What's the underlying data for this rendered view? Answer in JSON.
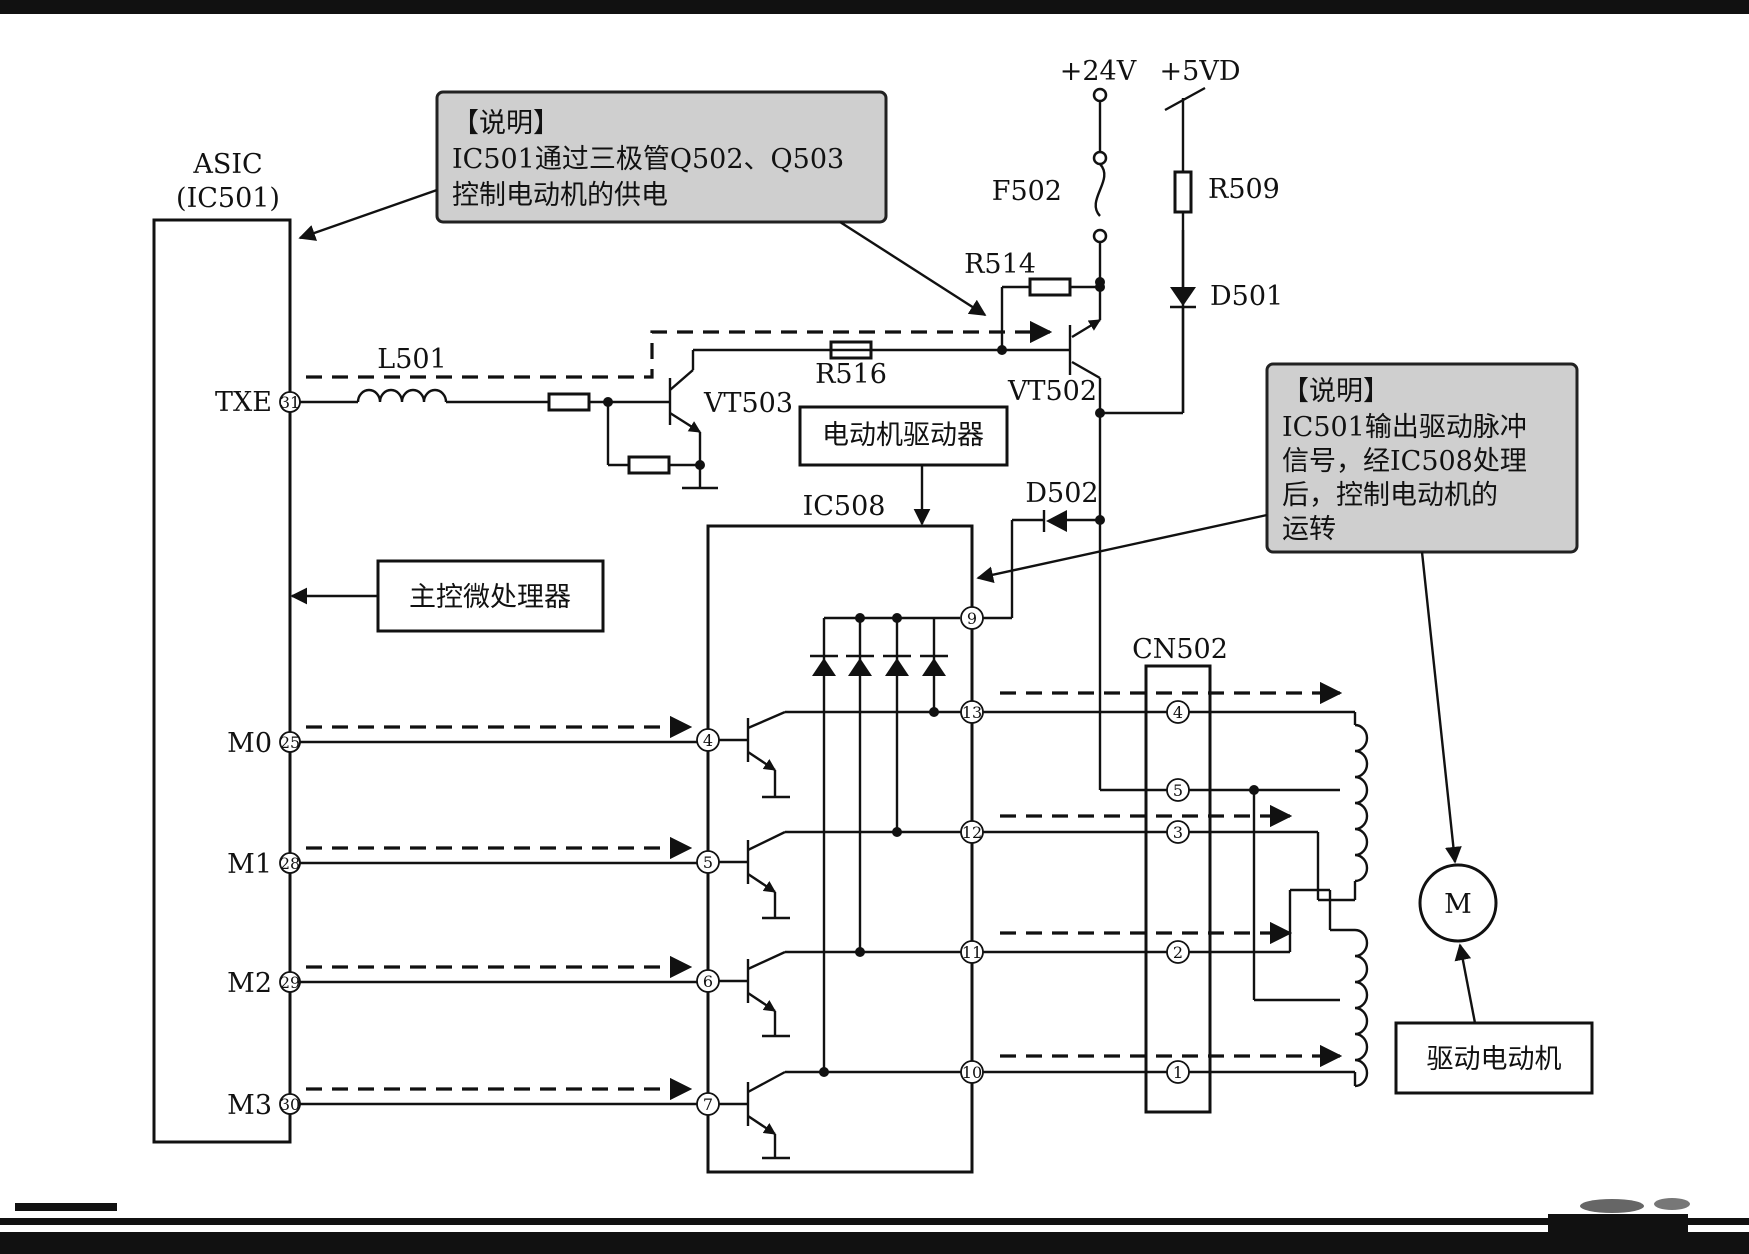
{
  "chip": {
    "title": "ASIC",
    "subtitle": "(IC501)",
    "pins": [
      {
        "name": "TXE",
        "num": "31"
      },
      {
        "name": "M0",
        "num": "25"
      },
      {
        "name": "M1",
        "num": "28"
      },
      {
        "name": "M2",
        "num": "29"
      },
      {
        "name": "M3",
        "num": "30"
      }
    ]
  },
  "components": {
    "inductor": "L501",
    "vt503": "VT503",
    "vt502": "VT502",
    "r516": "R516",
    "r514": "R514",
    "f502": "F502",
    "r509": "R509",
    "d501": "D501",
    "d502": "D502",
    "ic508": "IC508",
    "cn502": "CN502",
    "motor": "M"
  },
  "power": {
    "v24": "+24V",
    "v5": "+5VD"
  },
  "ic508_pins": {
    "inputs": [
      "4",
      "5",
      "6",
      "7"
    ],
    "outputs": [
      "13",
      "12",
      "11",
      "10"
    ],
    "supply": "9"
  },
  "cn502_pins": [
    "4",
    "5",
    "3",
    "2",
    "1"
  ],
  "labels": {
    "driver": "电动机驱动器",
    "mcu": "主控微处理器",
    "drive_motor": "驱动电动机"
  },
  "notes": [
    {
      "heading": "【说明】",
      "lines": [
        "IC501通过三极管Q502、Q503",
        "控制电动机的供电"
      ]
    },
    {
      "heading": "【说明】",
      "lines": [
        "IC501输出驱动脉冲",
        "信号，经IC508处理",
        "后，控制电动机的",
        "运转"
      ]
    }
  ]
}
